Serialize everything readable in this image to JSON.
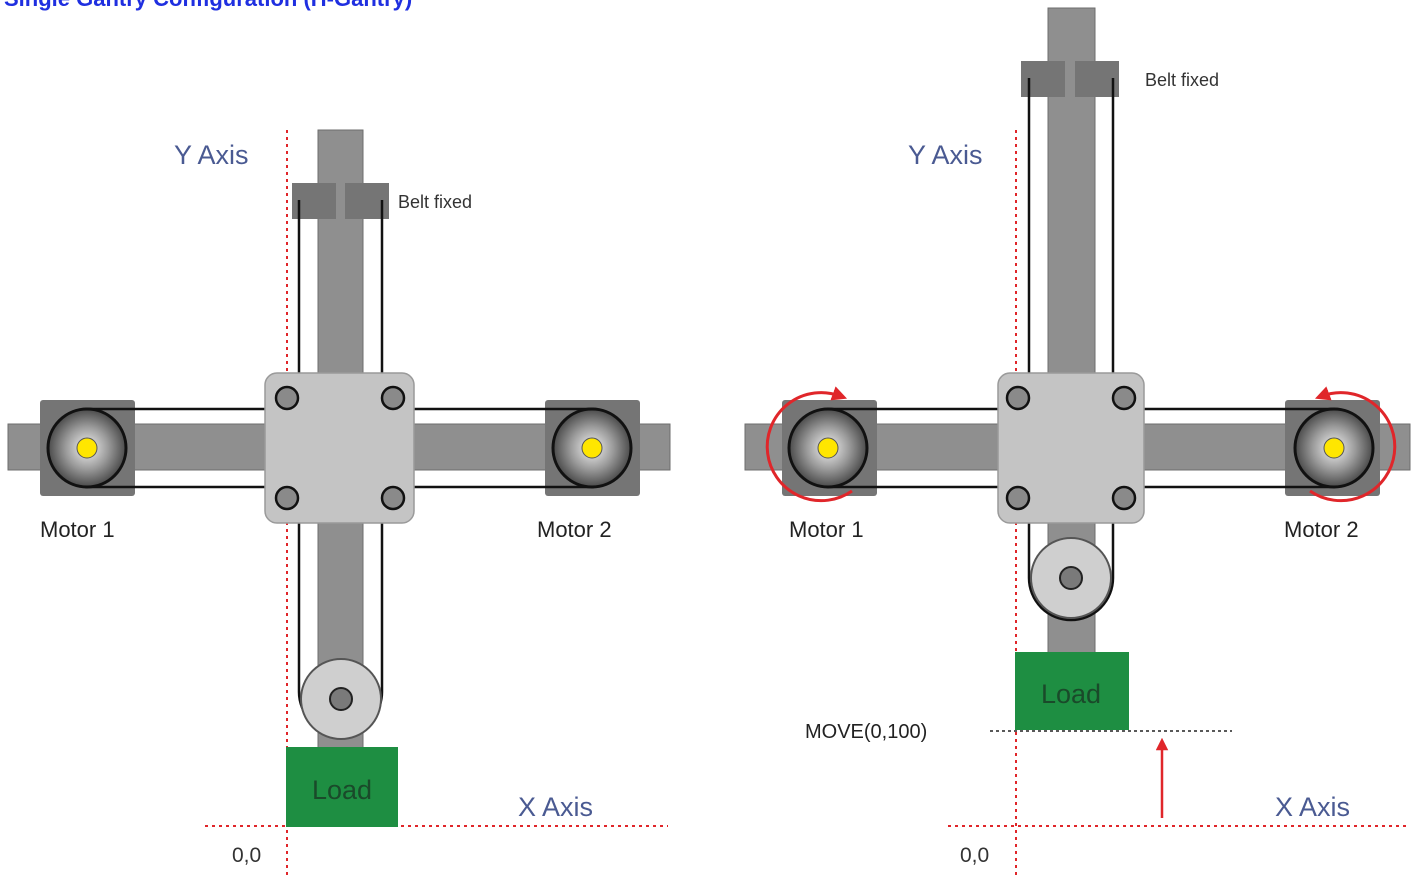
{
  "heading": "Single Gantry Configuration (H-Gantry)",
  "colors": {
    "heading": "#1f2fe0",
    "axis_label": "#4a5a92",
    "axis_line": "#e0262a",
    "rail": "#8f8f8f",
    "mount": "#757575",
    "carriage": "#c4c4c4",
    "load": "#1e8e42",
    "motor_hub": "#ffe600",
    "rotation_arrow": "#e0262a"
  },
  "icons": {
    "motor": "motor-pulley-icon",
    "idler": "idler-pulley-icon",
    "rotation": "rotation-arrow-icon",
    "move": "up-arrow-icon"
  },
  "left_diagram": {
    "y_axis_label": "Y Axis",
    "x_axis_label": "X Axis",
    "belt_fixed_label": "Belt fixed",
    "motor1_label": "Motor 1",
    "motor2_label": "Motor 2",
    "load_label": "Load",
    "origin_label": "0,0"
  },
  "right_diagram": {
    "y_axis_label": "Y Axis",
    "x_axis_label": "X Axis",
    "belt_fixed_label": "Belt fixed",
    "motor1_label": "Motor 1",
    "motor2_label": "Motor 2",
    "load_label": "Load",
    "origin_label": "0,0",
    "move_label": "MOVE(0,100)"
  }
}
